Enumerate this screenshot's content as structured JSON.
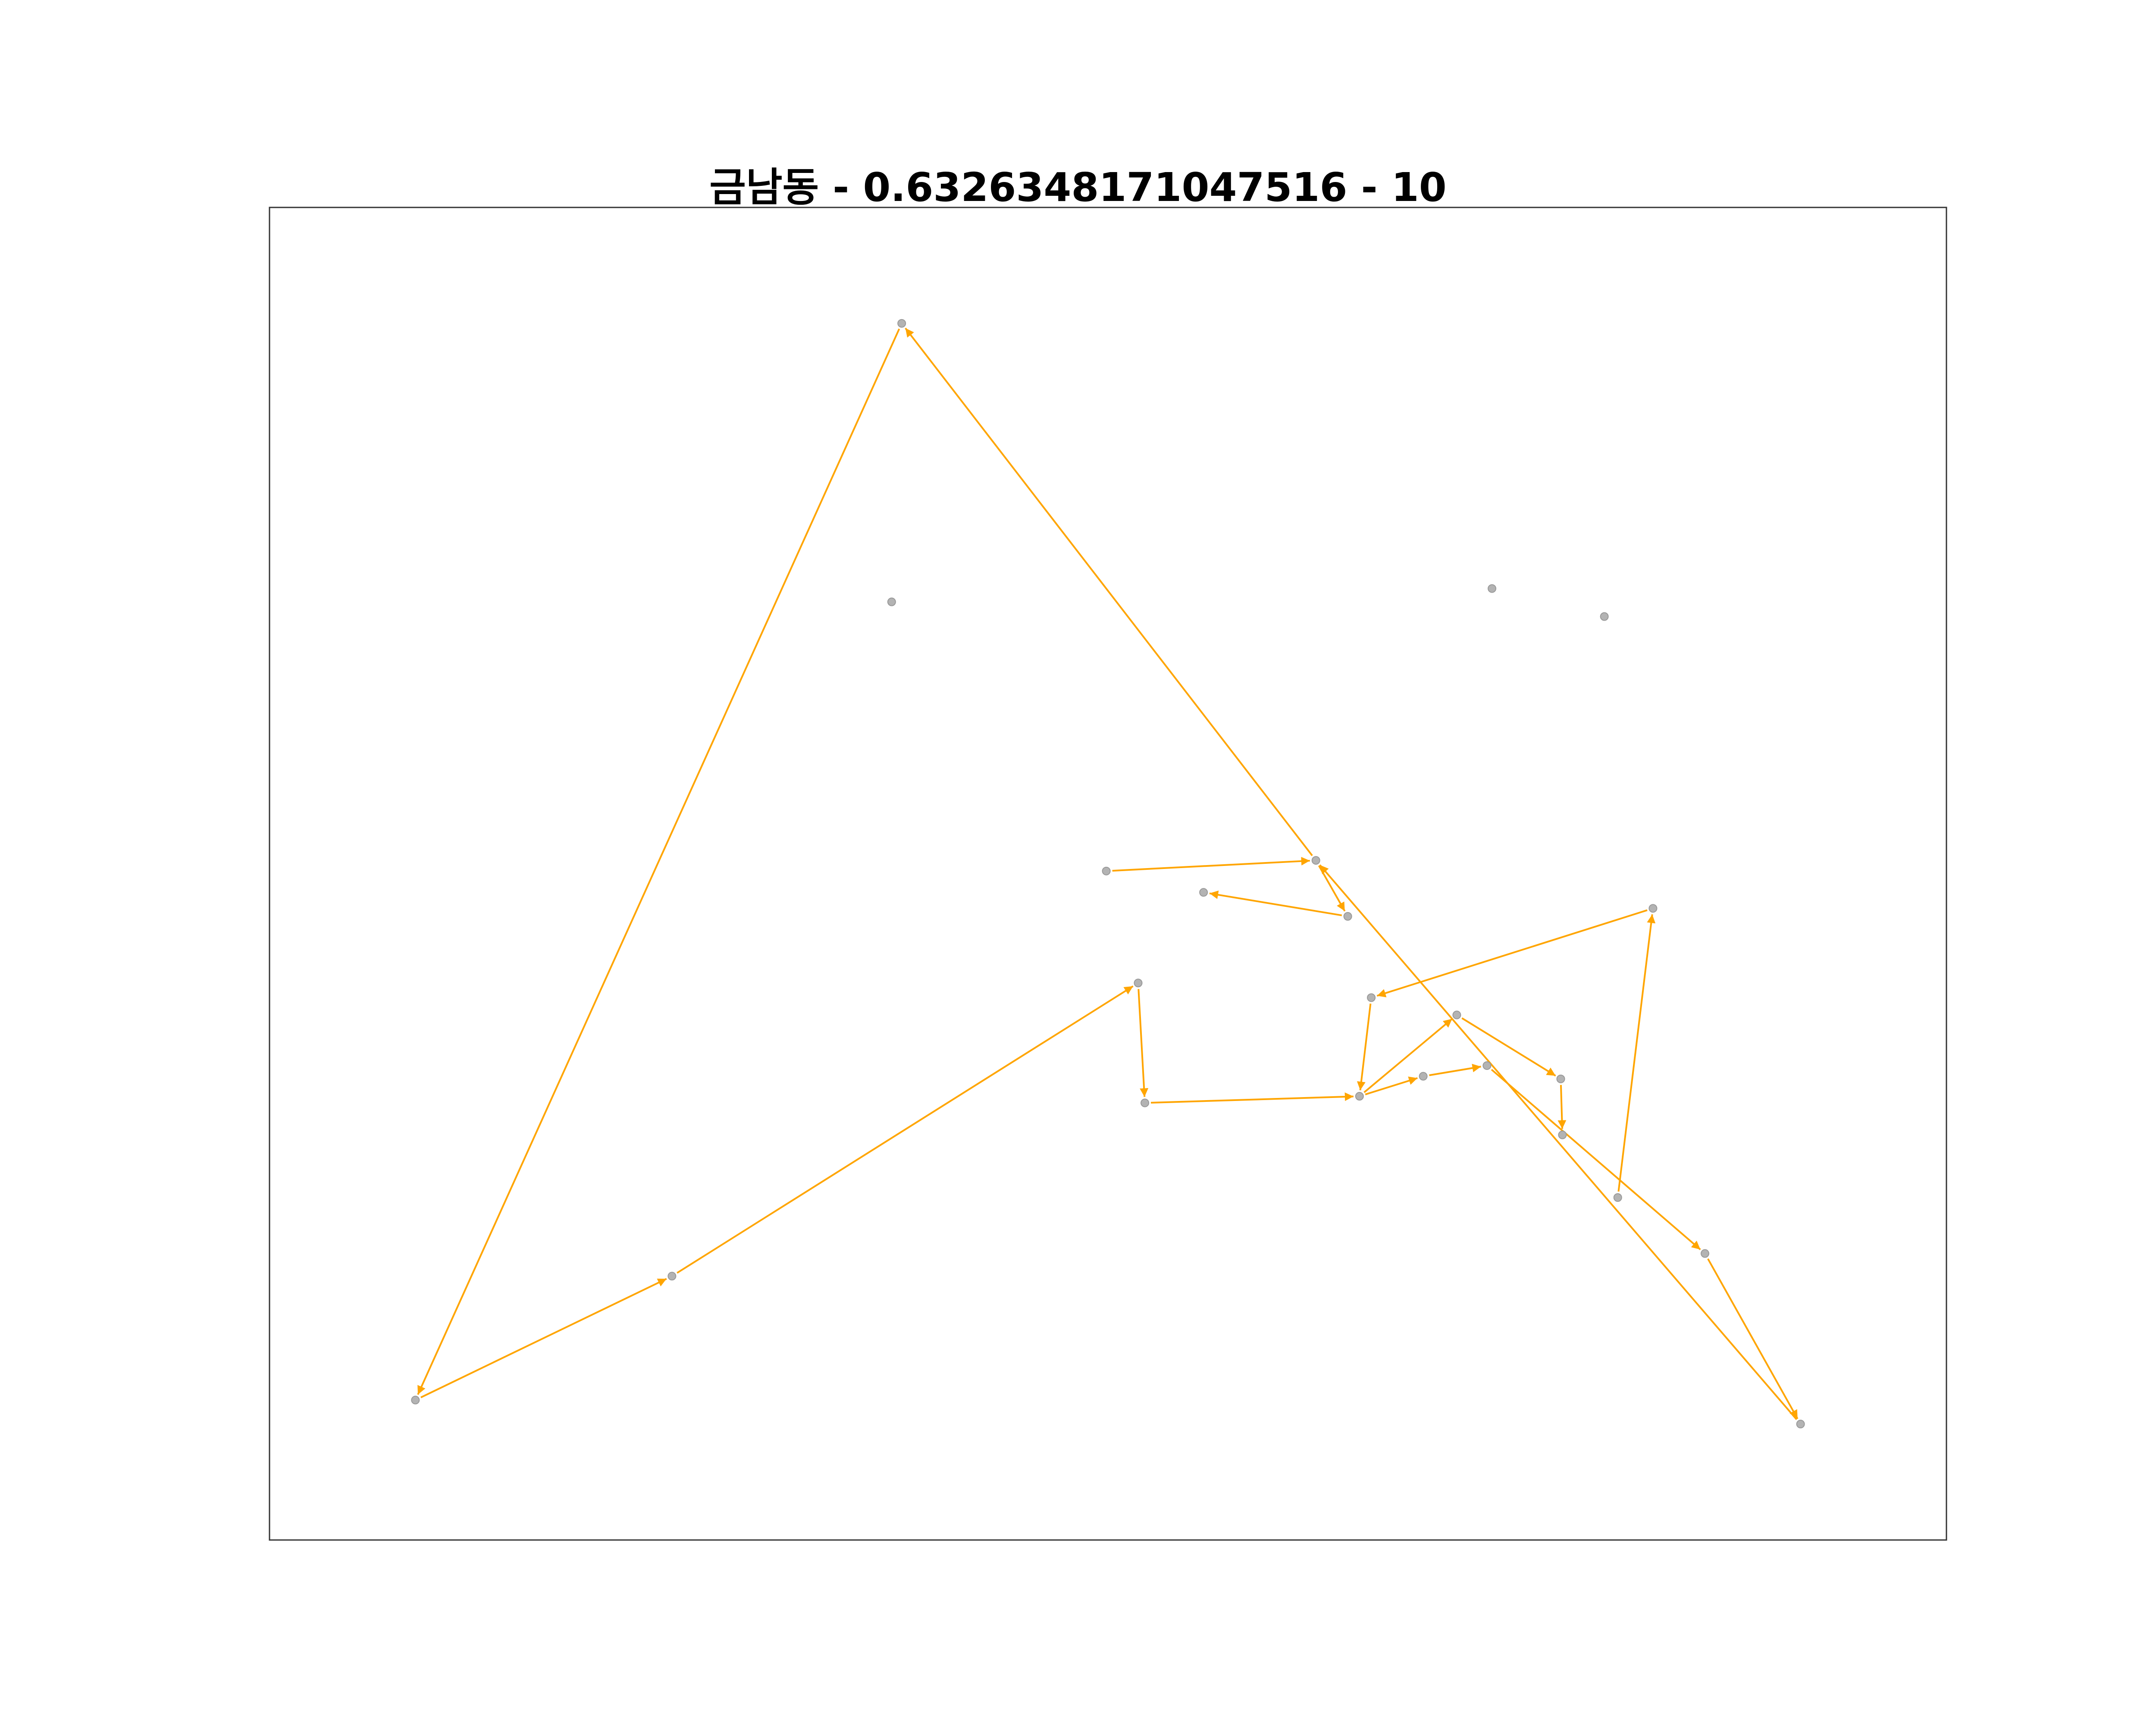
{
  "chart_data": {
    "type": "scatter",
    "title": "금남동 - 0.6326348171047516 - 10",
    "xlabel": "",
    "ylabel": "",
    "axes_ticks_visible": false,
    "grid": false,
    "xlim": [
      0,
      1000
    ],
    "ylim": [
      0,
      1000
    ],
    "colors": {
      "points": "#b3b3b3",
      "point_edge": "#999999",
      "edges": "#ffa500",
      "frame": "#333333"
    },
    "points": [
      {
        "id": "p01",
        "x": 377,
        "y": 913
      },
      {
        "id": "p02",
        "x": 371,
        "y": 704
      },
      {
        "id": "p03",
        "x": 729,
        "y": 714
      },
      {
        "id": "p04",
        "x": 796,
        "y": 693
      },
      {
        "id": "p05",
        "x": 87,
        "y": 105
      },
      {
        "id": "p06",
        "x": 240,
        "y": 198
      },
      {
        "id": "p07",
        "x": 518,
        "y": 418
      },
      {
        "id": "p08",
        "x": 522,
        "y": 328
      },
      {
        "id": "p09",
        "x": 650,
        "y": 333
      },
      {
        "id": "p10",
        "x": 688,
        "y": 348
      },
      {
        "id": "p11",
        "x": 726,
        "y": 356
      },
      {
        "id": "p12",
        "x": 770,
        "y": 346
      },
      {
        "id": "p13",
        "x": 771,
        "y": 304
      },
      {
        "id": "p14",
        "x": 804,
        "y": 257
      },
      {
        "id": "p15",
        "x": 825,
        "y": 474
      },
      {
        "id": "p16",
        "x": 657,
        "y": 407
      },
      {
        "id": "p17",
        "x": 708,
        "y": 394
      },
      {
        "id": "p18",
        "x": 856,
        "y": 215
      },
      {
        "id": "p19",
        "x": 913,
        "y": 87
      },
      {
        "id": "p20",
        "x": 624,
        "y": 510
      },
      {
        "id": "p21",
        "x": 643,
        "y": 468
      },
      {
        "id": "p22",
        "x": 557,
        "y": 486
      },
      {
        "id": "p23",
        "x": 499,
        "y": 502
      }
    ],
    "edges": [
      [
        "p23",
        "p20"
      ],
      [
        "p20",
        "p21"
      ],
      [
        "p21",
        "p22"
      ],
      [
        "p20",
        "p01"
      ],
      [
        "p01",
        "p05"
      ],
      [
        "p05",
        "p06"
      ],
      [
        "p06",
        "p07"
      ],
      [
        "p07",
        "p08"
      ],
      [
        "p08",
        "p09"
      ],
      [
        "p09",
        "p10"
      ],
      [
        "p10",
        "p11"
      ],
      [
        "p09",
        "p17"
      ],
      [
        "p17",
        "p12"
      ],
      [
        "p12",
        "p13"
      ],
      [
        "p11",
        "p18"
      ],
      [
        "p18",
        "p19"
      ],
      [
        "p19",
        "p20"
      ],
      [
        "p14",
        "p15"
      ],
      [
        "p15",
        "p16"
      ],
      [
        "p16",
        "p09"
      ]
    ]
  }
}
